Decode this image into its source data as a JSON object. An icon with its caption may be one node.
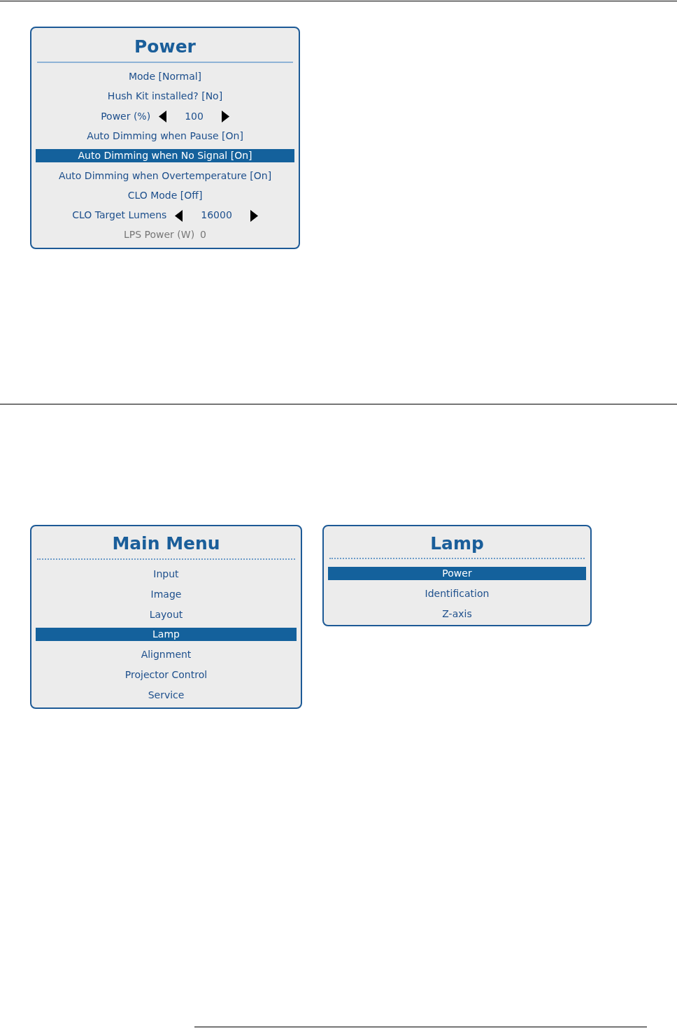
{
  "diagram": {
    "nodes": [
      {
        "text": [
          "Power",
          "Mode [Normal]",
          "Hush Kit installed? [No]",
          "Power (%)",
          "100",
          "Auto Dimming when Pause [On]",
          "Auto Dimming when Overtemperature [On]",
          "CLO Mode [Off]",
          "CLO Target Lumens",
          "16000",
          "LPS Power (W)",
          "0"
        ]
      },
      {
        "text": [
          "Auto Dimming when No Signal [On]"
        ],
        "in": 0
      },
      {
        "text": [
          "Main Menu",
          "Input",
          "Image",
          "Layout",
          "Alignment",
          "Projector Control",
          "Service"
        ]
      },
      {
        "text": [
          "Lamp"
        ],
        "in": 2
      },
      {
        "text": [
          "Lamp",
          "Identification",
          "Z-axis"
        ]
      },
      {
        "text": [
          "Power"
        ],
        "in": 4
      }
    ]
  }
}
